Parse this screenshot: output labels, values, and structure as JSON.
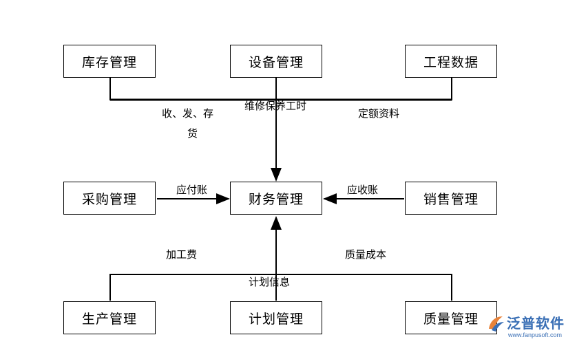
{
  "boxes": {
    "inventory": "库存管理",
    "equipment": "设备管理",
    "engineering": "工程数据",
    "purchasing": "采购管理",
    "finance": "财务管理",
    "sales": "销售管理",
    "production": "生产管理",
    "planning": "计划管理",
    "quality": "质量管理"
  },
  "edge_labels": {
    "receive_line1": "收、发、存",
    "receive_line2": "货",
    "maintenance_hours": "维修保养工时",
    "quota_data": "定额资料",
    "payable": "应付账",
    "receivable": "应收账",
    "processing_fee": "加工费",
    "quality_cost": "质量成本",
    "plan_info": "计划信息"
  },
  "logo": {
    "name": "泛普软件",
    "url": "www.fanpusoft.com"
  }
}
